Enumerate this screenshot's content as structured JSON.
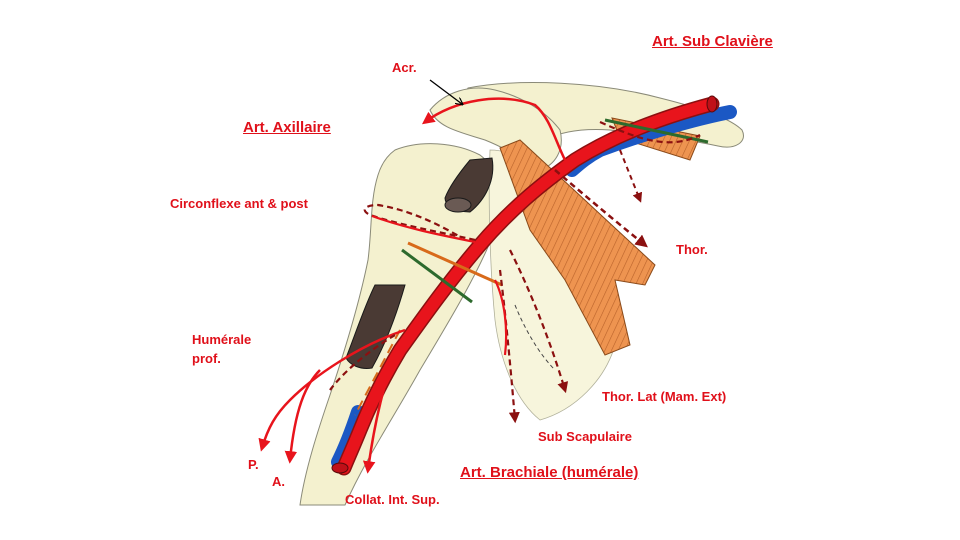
{
  "colors": {
    "label": "#e0101a",
    "artery": "#e8141c",
    "artery_dark": "#8b1010",
    "vein": "#1b58c4",
    "bone": "#f4f1cf",
    "muscle": "#ee9450",
    "tendon": "#4a3a34",
    "nerve_green": "#2d6a2d",
    "nerve_orange": "#d86a1a"
  },
  "labels": {
    "art_sub_claviere": "Art. Sub Clavière",
    "acr": "Acr.",
    "art_axillaire": "Art. Axillaire",
    "circonflexe": "Circonflexe ant & post",
    "thor": "Thor.",
    "humerale_prof_1": "Humérale",
    "humerale_prof_2": "prof.",
    "thor_lat": "Thor. Lat (Mam. Ext)",
    "sub_scapulaire": "Sub Scapulaire",
    "art_brachiale": "Art. Brachiale (humérale)",
    "p": "P.",
    "a": "A.",
    "collat": "Collat. Int. Sup."
  }
}
